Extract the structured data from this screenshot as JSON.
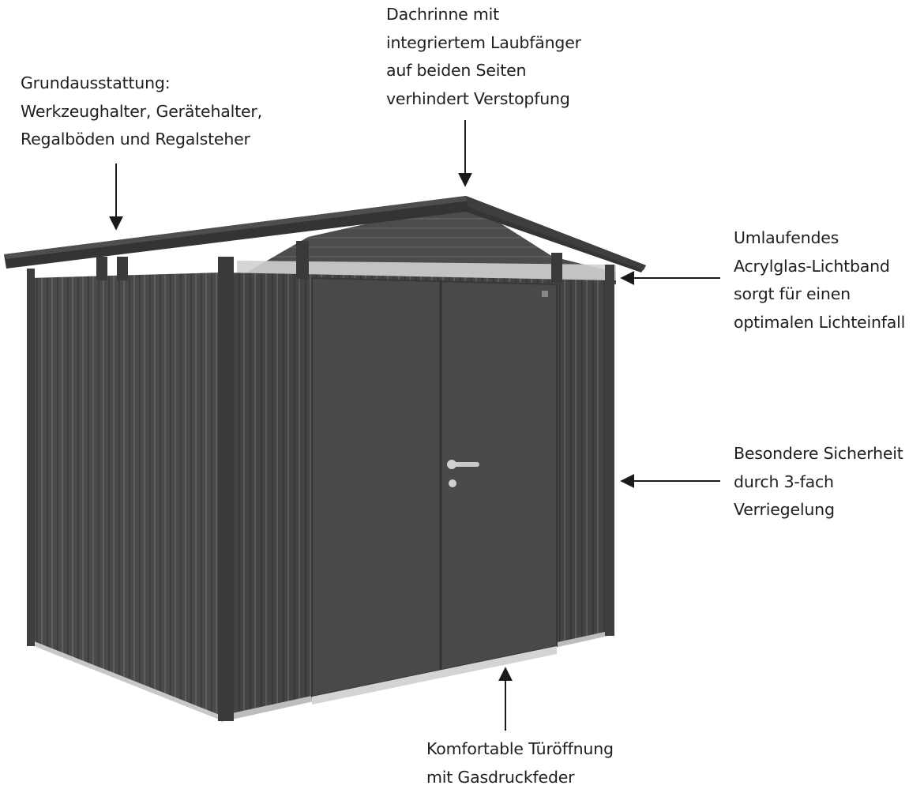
{
  "annotations": {
    "interior": {
      "lines": [
        "Grundausstattung:",
        "Werkzeughalter, Gerätehalter,",
        "Regalböden und Regalsteher"
      ]
    },
    "gutter": {
      "lines": [
        "Dachrinne mit",
        "integriertem Laubfänger",
        "auf beiden Seiten",
        "verhindert Verstopfung"
      ]
    },
    "skylight": {
      "lines": [
        "Umlaufendes",
        "Acrylglas-Lichtband",
        "sorgt für einen",
        "optimalen Lichteinfall"
      ]
    },
    "security": {
      "lines": [
        "Besondere Sicherheit",
        "durch 3-fach",
        "Verriegelung"
      ]
    },
    "door": {
      "lines": [
        "Komfortable Türöffnung",
        "mit Gasdruckfeder"
      ]
    }
  },
  "colors": {
    "panel": "#4a4a4c",
    "panel_dark": "#3a3a3c",
    "roof": "#343436",
    "frame": "#2e2e30",
    "arrow": "#1a1a1a"
  }
}
